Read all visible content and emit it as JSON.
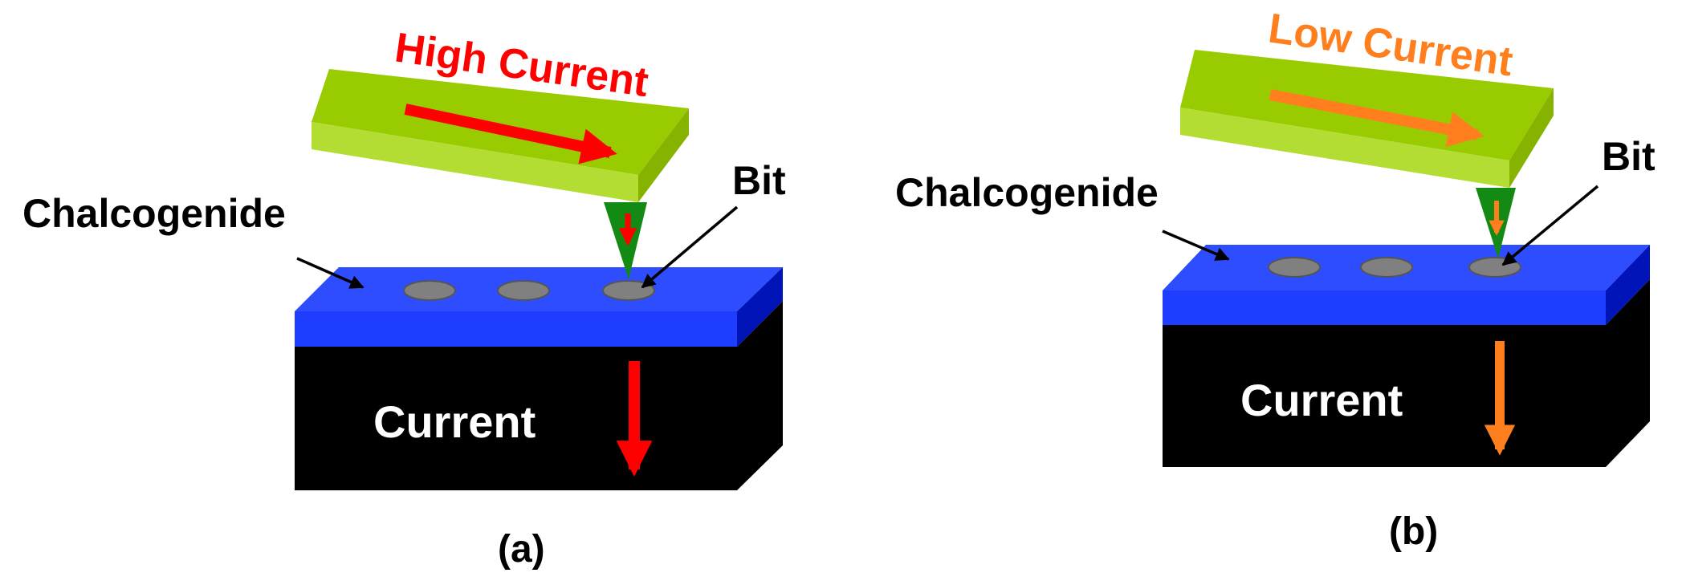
{
  "panels": [
    {
      "caption": "(a)",
      "current_title": "High Current",
      "chalcogenide_label": "Chalcogenide",
      "bit_label": "Bit",
      "substrate_label": "Current",
      "arrow_color": "#ff0000",
      "title_color": "#ff0000"
    },
    {
      "caption": "(b)",
      "current_title": "Low Current",
      "chalcogenide_label": "Chalcogenide",
      "bit_label": "Bit",
      "substrate_label": "Current",
      "arrow_color": "#ff7f1f",
      "title_color": "#ff7f1f"
    }
  ],
  "colors": {
    "cantilever_top": "#99cc00",
    "cantilever_side": "#b3dd33",
    "tip": "#138a13",
    "chalcogenide_layer": "#1f3dff",
    "chalcogenide_side": "#0014b8",
    "substrate": "#000000",
    "bit": "#808080"
  }
}
